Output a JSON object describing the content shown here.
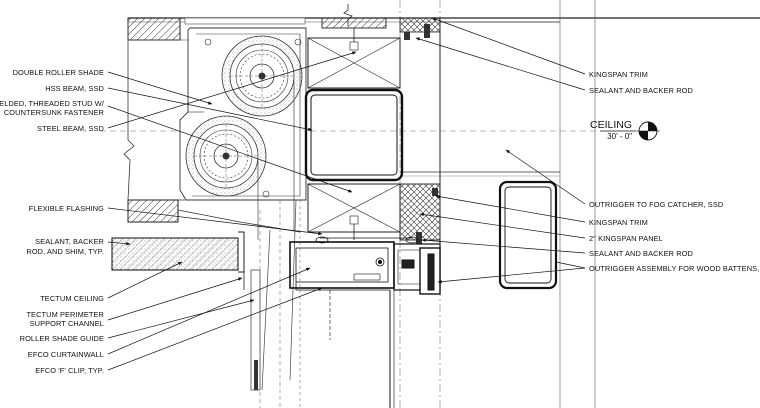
{
  "labels_left": [
    "DOUBLE ROLLER SHADE",
    "HSS BEAM, SSD",
    "WELDED, THREADED STUD W/",
    "COUNTERSUNK FASTENER",
    "STEEL BEAM, SSD",
    "FLEXIBLE FLASHING",
    "SEALANT, BACKER",
    "ROD, AND SHIM, TYP.",
    "TECTUM CEILING",
    "TECTUM PERIMETER",
    "SUPPORT CHANNEL",
    "ROLLER SHADE GUIDE",
    "EFCO CURTAINWALL",
    "EFCO 'F' CLIP, TYP."
  ],
  "labels_right": [
    "KINGSPAN TRIM",
    "SEALANT AND BACKER ROD",
    "OUTRIGGER TO FOG CATCHER, SSD",
    "KINGSPAN TRIM",
    "2\" KINGSPAN PANEL",
    "SEALANT AND BACKER ROD",
    "OUTRIGGER ASSEMBLY FOR WOOD BATTENS, SSD"
  ],
  "level": {
    "name": "CEILING",
    "elevation": "30' - 0\""
  }
}
